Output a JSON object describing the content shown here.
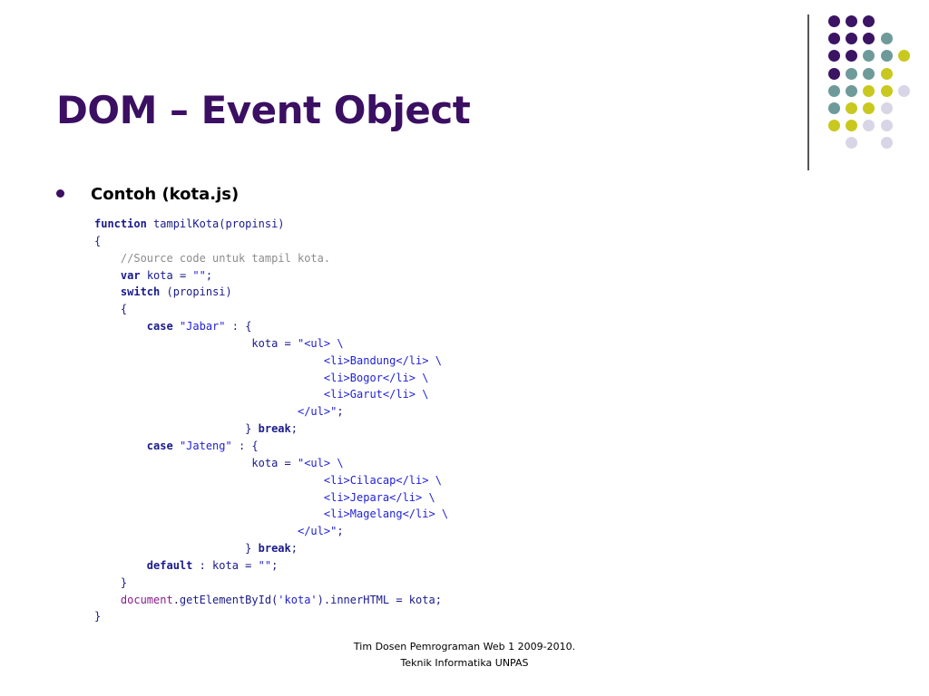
{
  "slide": {
    "title": "DOM – Event Object",
    "bullet": "Contoh (kota.js)"
  },
  "code_lines": [
    [
      {
        "t": "function",
        "k": "kw"
      },
      {
        "t": " tampilKota(propinsi)",
        "k": "plain"
      }
    ],
    [
      {
        "t": "{",
        "k": "plain"
      }
    ],
    [
      {
        "t": "    ",
        "k": "plain"
      },
      {
        "t": "//Source code untuk tampil kota.",
        "k": "comment"
      }
    ],
    [
      {
        "t": "    ",
        "k": "plain"
      },
      {
        "t": "var",
        "k": "kw"
      },
      {
        "t": " kota = ",
        "k": "plain"
      },
      {
        "t": "\"\"",
        "k": "string"
      },
      {
        "t": ";",
        "k": "plain"
      }
    ],
    [
      {
        "t": "    ",
        "k": "plain"
      },
      {
        "t": "switch",
        "k": "kw"
      },
      {
        "t": " (propinsi)",
        "k": "plain"
      }
    ],
    [
      {
        "t": "    {",
        "k": "plain"
      }
    ],
    [
      {
        "t": "        ",
        "k": "plain"
      },
      {
        "t": "case",
        "k": "kw"
      },
      {
        "t": " ",
        "k": "plain"
      },
      {
        "t": "\"Jabar\"",
        "k": "string"
      },
      {
        "t": " : {",
        "k": "plain"
      }
    ],
    [
      {
        "t": "                        kota = ",
        "k": "plain"
      },
      {
        "t": "\"<ul> \\",
        "k": "string"
      }
    ],
    [
      {
        "t": "                                   ",
        "k": "plain"
      },
      {
        "t": "<li>Bandung</li> \\",
        "k": "string"
      }
    ],
    [
      {
        "t": "                                   ",
        "k": "plain"
      },
      {
        "t": "<li>Bogor</li> \\",
        "k": "string"
      }
    ],
    [
      {
        "t": "                                   ",
        "k": "plain"
      },
      {
        "t": "<li>Garut</li> \\",
        "k": "string"
      }
    ],
    [
      {
        "t": "                               ",
        "k": "plain"
      },
      {
        "t": "</ul>\"",
        "k": "string"
      },
      {
        "t": ";",
        "k": "plain"
      }
    ],
    [
      {
        "t": "                       } ",
        "k": "plain"
      },
      {
        "t": "break",
        "k": "kw"
      },
      {
        "t": ";",
        "k": "plain"
      }
    ],
    [
      {
        "t": "        ",
        "k": "plain"
      },
      {
        "t": "case",
        "k": "kw"
      },
      {
        "t": " ",
        "k": "plain"
      },
      {
        "t": "\"Jateng\"",
        "k": "string"
      },
      {
        "t": " : {",
        "k": "plain"
      }
    ],
    [
      {
        "t": "                        kota = ",
        "k": "plain"
      },
      {
        "t": "\"<ul> \\",
        "k": "string"
      }
    ],
    [
      {
        "t": "                                   ",
        "k": "plain"
      },
      {
        "t": "<li>Cilacap</li> \\",
        "k": "string"
      }
    ],
    [
      {
        "t": "                                   ",
        "k": "plain"
      },
      {
        "t": "<li>Jepara</li> \\",
        "k": "string"
      }
    ],
    [
      {
        "t": "                                   ",
        "k": "plain"
      },
      {
        "t": "<li>Magelang</li> \\",
        "k": "string"
      }
    ],
    [
      {
        "t": "                               ",
        "k": "plain"
      },
      {
        "t": "</ul>\"",
        "k": "string"
      },
      {
        "t": ";",
        "k": "plain"
      }
    ],
    [
      {
        "t": "                       } ",
        "k": "plain"
      },
      {
        "t": "break",
        "k": "kw"
      },
      {
        "t": ";",
        "k": "plain"
      }
    ],
    [
      {
        "t": "        ",
        "k": "plain"
      },
      {
        "t": "default",
        "k": "kw"
      },
      {
        "t": " : kota = ",
        "k": "plain"
      },
      {
        "t": "\"\"",
        "k": "string"
      },
      {
        "t": ";",
        "k": "plain"
      }
    ],
    [
      {
        "t": "    }",
        "k": "plain"
      }
    ],
    [
      {
        "t": "    ",
        "k": "plain"
      },
      {
        "t": "document",
        "k": "object"
      },
      {
        "t": ".getElementById(",
        "k": "plain"
      },
      {
        "t": "'kota'",
        "k": "string"
      },
      {
        "t": ").innerHTML = kota;",
        "k": "plain"
      }
    ],
    [
      {
        "t": "}",
        "k": "plain"
      }
    ]
  ],
  "footer": {
    "line1": "Tim Dosen Pemrograman Web 1 2009-2010.",
    "line2": "Teknik Informatika UNPAS"
  },
  "colors": {
    "title": "#3b0f62",
    "bullet_dot": "#3b0f62",
    "code_plain": "#1a1a8c",
    "code_keyword": "#1a1a8c",
    "code_string": "#1f1fd6",
    "code_comment": "#8c8c8c",
    "code_object": "#8b1d8b",
    "dot_purple": "#3b1464",
    "dot_teal": "#6f9a9a",
    "dot_lime": "#c9c81e",
    "dot_lavender": "#d8d6e6"
  },
  "dot_grid": [
    [
      "purple",
      "purple",
      "purple",
      null,
      null
    ],
    [
      "purple",
      "purple",
      "purple",
      "teal",
      null
    ],
    [
      "purple",
      "purple",
      "teal",
      "teal",
      "lime"
    ],
    [
      "purple",
      "teal",
      "teal",
      "lime",
      null
    ],
    [
      "teal",
      "teal",
      "lime",
      "lime",
      "lavender"
    ],
    [
      "teal",
      "lime",
      "lime",
      "lavender",
      null
    ],
    [
      "lime",
      "lime",
      "lavender",
      "lavender",
      null
    ],
    [
      null,
      "lavender",
      null,
      "lavender",
      null
    ]
  ]
}
